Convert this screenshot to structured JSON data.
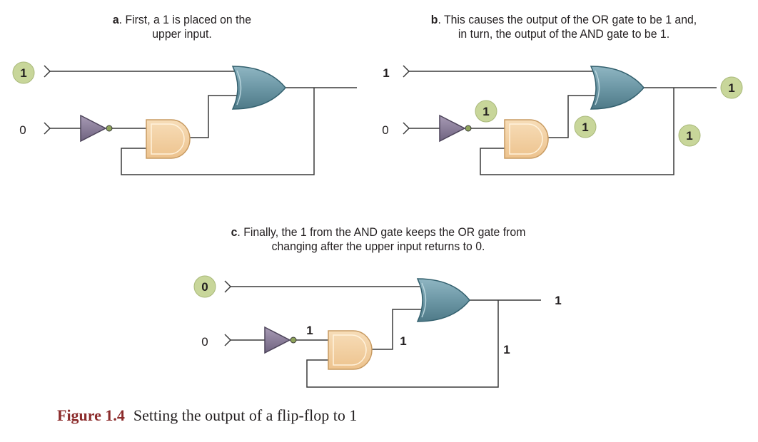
{
  "panel_a": {
    "caption_letter": "a",
    "caption_line1": ". First, a 1 is placed on the",
    "caption_line2": "upper  input.",
    "upper_input": "1",
    "lower_input": "0"
  },
  "panel_b": {
    "caption_letter": "b",
    "caption_line1": ". This causes the output of the OR gate to be 1 and,",
    "caption_line2": "in turn, the output of the AND gate to be 1.",
    "upper_input": "1",
    "lower_input": "0",
    "not_output": "1",
    "and_output": "1",
    "or_output": "1",
    "feedback": "1"
  },
  "panel_c": {
    "caption_letter": "c",
    "caption_line1": ". Finally, the 1 from the AND gate keeps the OR gate from",
    "caption_line2": "changing after the upper input returns to 0.",
    "upper_input": "0",
    "lower_input": "0",
    "not_output": "1",
    "and_output": "1",
    "or_output": "1",
    "feedback": "1"
  },
  "figure_caption": {
    "label": "Figure 1.4",
    "text": "Setting the output of a flip-flop to 1"
  },
  "colors": {
    "or_gate": "#6d98a6",
    "and_gate": "#f2cf9f",
    "not_gate": "#8a7d96",
    "highlight_circle": "#c8d69a",
    "caption_red": "#8b2b2b"
  }
}
